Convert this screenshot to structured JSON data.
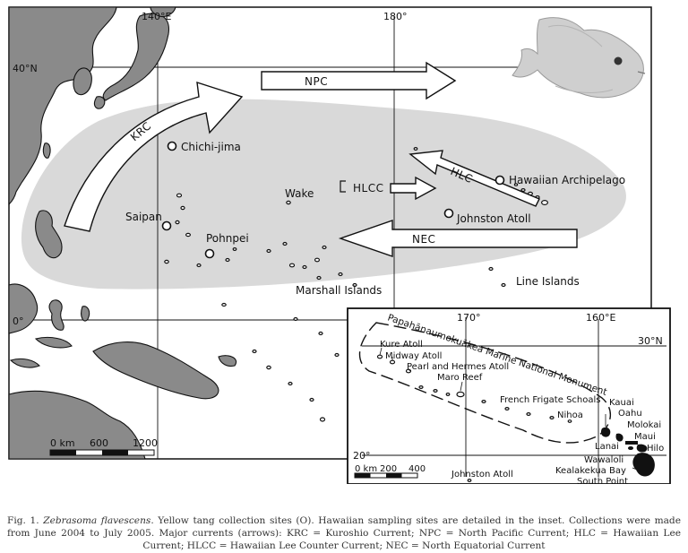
{
  "map": {
    "coords": {
      "lon_140": "140°E",
      "lon_180": "180°",
      "lat_40": "40°N",
      "lat_0": "0°"
    },
    "places": {
      "chichi": "Chichi-jima",
      "wake": "Wake",
      "saipan": "Saipan",
      "pohnpei": "Pohnpei",
      "marshall": "Marshall Islands",
      "hawaii": "Hawaiian Archipelago",
      "johnston": "Johnston Atoll",
      "line": "Line Islands"
    },
    "currents": {
      "krc": "KRC",
      "npc": "NPC",
      "hlcc": "HLCC",
      "hlc": "HLC",
      "nec": "NEC"
    },
    "scale": {
      "t0": "0 km",
      "t1": "600",
      "t2": "1200"
    }
  },
  "inset": {
    "coords": {
      "lon_170": "170°",
      "lon_160": "160°E",
      "lat_30": "30°N",
      "lat_20": "20°"
    },
    "monument": "Papahānaumokuākea Marine National Monument",
    "places": {
      "kure": "Kure Atoll",
      "midway": "Midway Atoll",
      "pearl": "Pearl and Hermes Atoll",
      "maro": "Maro Reef",
      "ffs": "French Frigate Schoals",
      "nihoa": "Nihoa",
      "kauai": "Kauai",
      "oahu": "Oahu",
      "molokai": "Molokai",
      "maui": "Maui",
      "lanai": "Lanai",
      "hilo": "Hilo",
      "wawaloli": "Wawaloli",
      "kealakekua": "Kealakekua Bay",
      "southpoint": "South Point",
      "johnston": "Johnston Atoll"
    },
    "scale": {
      "t0": "0 km",
      "t1": "200",
      "t2": "400"
    }
  },
  "caption": {
    "fig": "Fig. 1.",
    "species": "Zebrasoma flavescens",
    "text": ". Yellow tang collection sites (O). Hawaiian sampling sites are detailed in the inset. Collections were made from June 2004 to July 2005. Major currents (arrows): KRC = Kuroshio Current; NPC = North Pacific Current; HLC = Hawaiian Lee Current; HLCC = Hawaiian Lee Counter Current; NEC = North Equatorial Current"
  },
  "colors": {
    "land": "#8a8a8a",
    "range_shading": "#d9d9d9",
    "outline": "#111111"
  },
  "icons": {
    "fish": "yellow-tang-fish-illustration"
  }
}
